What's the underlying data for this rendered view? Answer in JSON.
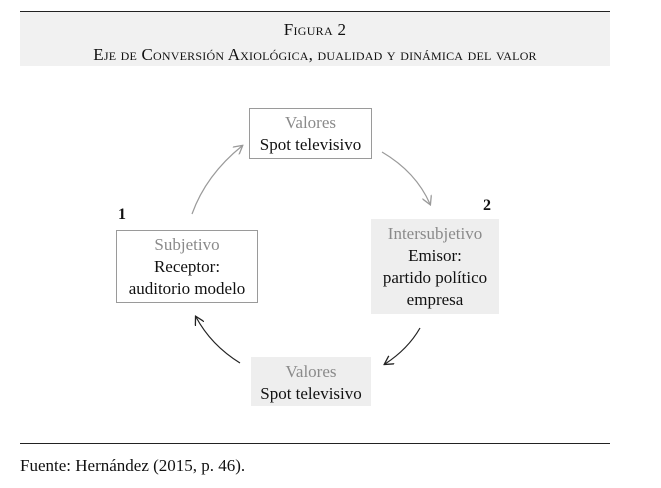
{
  "figure": {
    "label": "Figura 2",
    "title": "Eje de Conversión Axiológica, dualidad y dinámica del valor"
  },
  "nodes": {
    "top": {
      "caption": "Valores",
      "line1": "Spot televisivo"
    },
    "right": {
      "caption": "Intersubjetivo",
      "line1": "Emisor:",
      "line2": "partido político",
      "line3": "empresa",
      "number": "2"
    },
    "bottom": {
      "caption": "Valores",
      "line1": "Spot televisivo"
    },
    "left": {
      "caption": "Subjetivo",
      "line1": "Receptor:",
      "line2": "auditorio modelo",
      "number": "1"
    }
  },
  "colors": {
    "arrow_light": "#9a9a9a",
    "arrow_dark": "#222222",
    "box_grey": "#eeeeee"
  },
  "source": "Fuente: Hernández (2015, p. 46)."
}
